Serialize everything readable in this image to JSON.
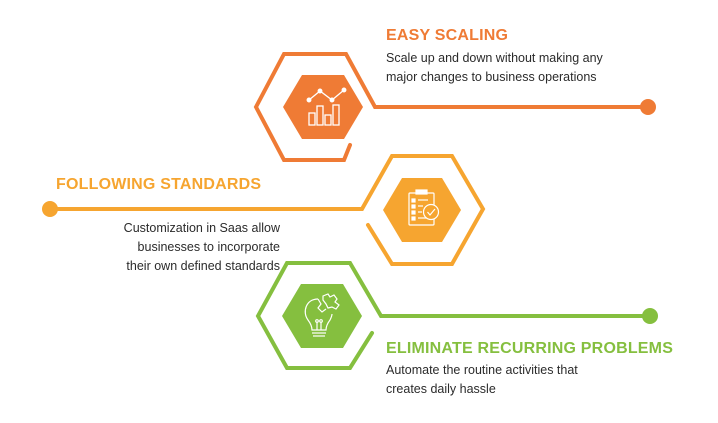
{
  "colors": {
    "orange": "#ef7b35",
    "amber": "#f6a530",
    "green": "#85bf3f",
    "text": "#2b2b2b",
    "background": "#ffffff"
  },
  "steps": [
    {
      "title": "EASY SCALING",
      "description_lines": [
        "Scale up and down without making any",
        "major changes to business operations"
      ],
      "icon": "bar-chart-trend-icon",
      "color": "#ef7b35"
    },
    {
      "title": "FOLLOWING STANDARDS",
      "description_lines": [
        "Customization in Saas allow",
        "businesses to incorporate",
        "their own defined standards"
      ],
      "icon": "clipboard-checklist-icon",
      "color": "#f6a530"
    },
    {
      "title": "ELIMINATE RECURRING PROBLEMS",
      "description_lines": [
        "Automate the routine activities that",
        "creates daily hassle"
      ],
      "icon": "broken-lightbulb-puzzle-icon",
      "color": "#85bf3f"
    }
  ]
}
